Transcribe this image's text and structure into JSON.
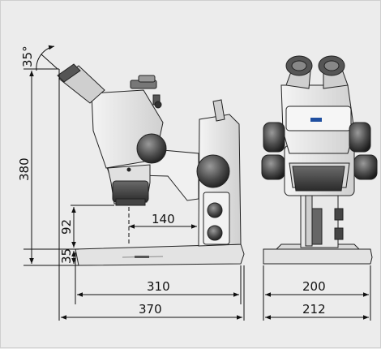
{
  "drawing": {
    "angle_label": "35°",
    "dims": {
      "height_total": "380",
      "height_mid": "92",
      "height_base": "35",
      "reach": "140",
      "base_depth": "310",
      "total_depth": "370",
      "front_width": "200",
      "front_width_total": "212"
    }
  }
}
